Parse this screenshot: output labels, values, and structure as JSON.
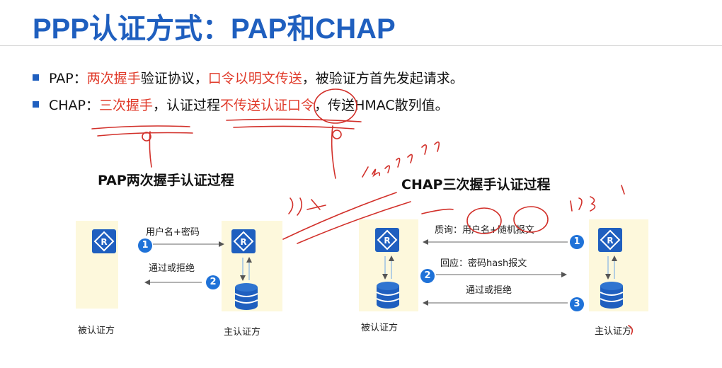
{
  "title": "PPP认证方式：PAP和CHAP",
  "bullets": [
    {
      "parts": [
        {
          "text": "PAP：",
          "red": false
        },
        {
          "text": "两次握手",
          "red": true
        },
        {
          "text": "验证协议，",
          "red": false
        },
        {
          "text": "口令以明文传送",
          "red": true
        },
        {
          "text": "，被验证方首先发起请求。",
          "red": false
        }
      ]
    },
    {
      "parts": [
        {
          "text": "CHAP：",
          "red": false
        },
        {
          "text": "三次握手",
          "red": true
        },
        {
          "text": "，认证过程",
          "red": false
        },
        {
          "text": "不传送认证口令",
          "red": true
        },
        {
          "text": "，传送HMAC散列值。",
          "red": false
        }
      ]
    }
  ],
  "pap": {
    "caption": "PAP两次握手认证过程",
    "msg1": "用户名+密码",
    "msg2": "通过或拒绝",
    "step1": "1",
    "step2": "2",
    "left_label": "被认证方",
    "right_label": "主认证方"
  },
  "chap": {
    "caption": "CHAP三次握手认证过程",
    "msg1": "质询：用户名+随机报文",
    "msg2": "回应：密码hash报文",
    "msg3": "通过或拒绝",
    "step1": "1",
    "step2": "2",
    "step3": "3",
    "left_label": "被认证方",
    "right_label": "主认证方"
  },
  "colors": {
    "title_blue": "#1f5fbf",
    "emphasis_red": "#e03a2a",
    "panel_yellow": "#fdf8dc",
    "step_blue": "#1f72d8",
    "annotation_red": "#d2302a"
  },
  "icons": {
    "router": "router-icon",
    "database": "database-icon"
  }
}
